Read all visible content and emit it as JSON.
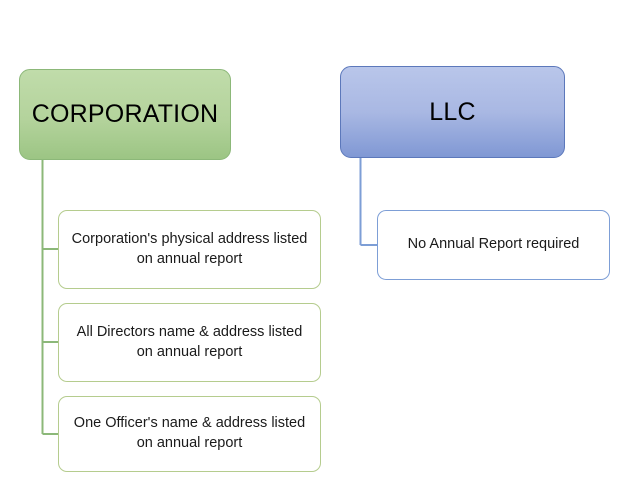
{
  "diagram": {
    "type": "org-tree",
    "background_color": "#ffffff",
    "branches": [
      {
        "id": "corporation",
        "root_label": "CORPORATION",
        "root_fill_top": "#c0dcaa",
        "root_fill_bottom": "#9cc584",
        "root_border_color": "#8cb879",
        "connector_color": "#8cb879",
        "children": [
          {
            "label": "Corporation's physical address listed on annual report"
          },
          {
            "label": "All Directors name & address listed on annual report"
          },
          {
            "label": "One Officer's name & address listed on annual report"
          }
        ]
      },
      {
        "id": "llc",
        "root_label": "LLC",
        "root_fill_top": "#b9c6ea",
        "root_fill_bottom": "#8098d4",
        "root_border_color": "#5c78bb",
        "connector_color": "#7d9ed6",
        "children": [
          {
            "label": "No Annual Report required"
          }
        ]
      }
    ]
  }
}
